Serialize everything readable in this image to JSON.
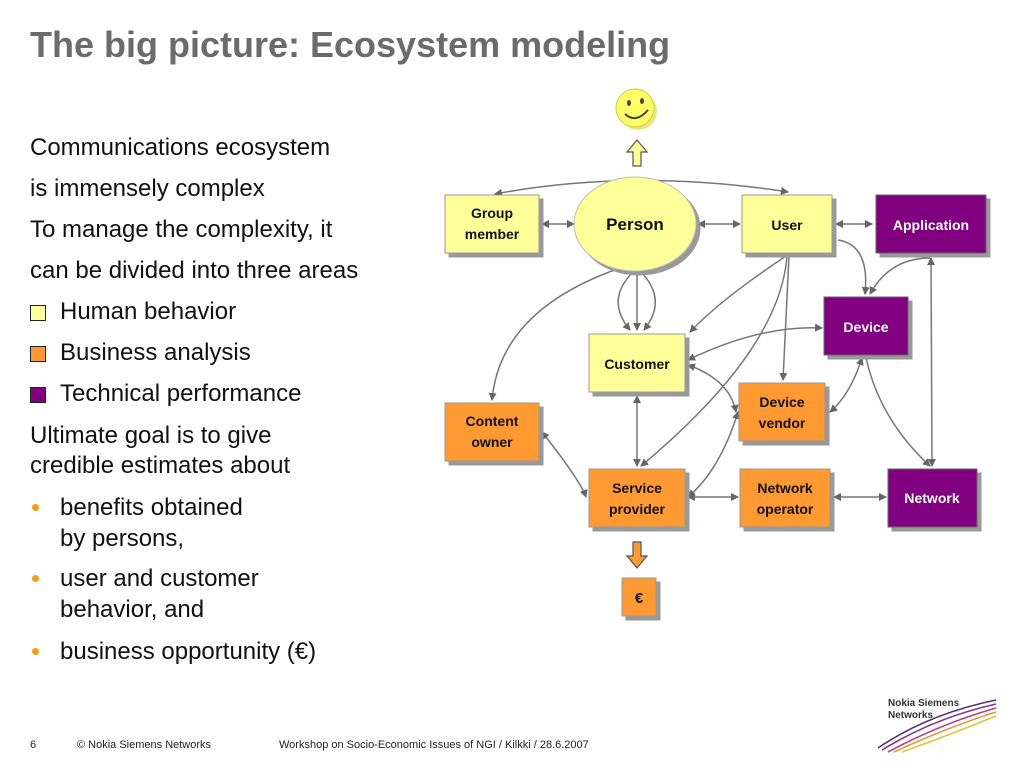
{
  "title": "The big picture: Ecosystem modeling",
  "intro_lines": [
    "Communications ecosystem",
    "is immensely complex",
    "To manage the complexity, it",
    "can be divided into three areas"
  ],
  "areas": [
    {
      "label": "Human behavior",
      "color": "#ffff99"
    },
    {
      "label": "Business analysis",
      "color": "#ff9933"
    },
    {
      "label": "Technical performance",
      "color": "#800080"
    }
  ],
  "goal_lines": [
    "Ultimate goal is to give",
    "credible estimates about"
  ],
  "bullets": [
    {
      "line1": "benefits obtained",
      "line2": "by persons,"
    },
    {
      "line1": "user and customer",
      "line2": "behavior, and"
    },
    {
      "line1": "business opportunity (€)",
      "line2": ""
    }
  ],
  "nodes": {
    "group_member": {
      "line1": "Group",
      "line2": "member"
    },
    "person": {
      "label": "Person"
    },
    "user": {
      "label": "User"
    },
    "application": {
      "label": "Application"
    },
    "device": {
      "label": "Device"
    },
    "customer": {
      "label": "Customer"
    },
    "device_vendor": {
      "line1": "Device",
      "line2": "vendor"
    },
    "content_owner": {
      "line1": "Content",
      "line2": "owner"
    },
    "service_provider": {
      "line1": "Service",
      "line2": "provider"
    },
    "network_operator": {
      "line1": "Network",
      "line2": "operator"
    },
    "network": {
      "label": "Network"
    },
    "euro": {
      "label": "€"
    }
  },
  "colors": {
    "human": "#ffff99",
    "business": "#ff9933",
    "technical": "#800080",
    "title": "#6b6b6b",
    "bullet": "#f0a010"
  },
  "footer": {
    "page": "6",
    "copyright": "© Nokia Siemens Networks",
    "event": "Workshop on Socio-Economic Issues of NGI / Kilkki / 28.6.2007"
  },
  "logo": {
    "line1": "Nokia Siemens",
    "line2": "Networks"
  }
}
